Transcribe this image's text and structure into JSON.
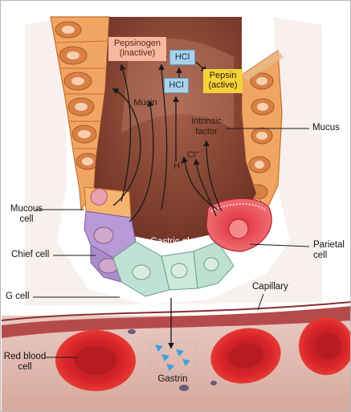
{
  "labels": {
    "pepsinogen": "Pepsinogen\n(inactive)",
    "hcl_top": "HCl",
    "hcl_mid": "HCl",
    "pepsin": "Pepsin\n(active)",
    "mucin": "Mucin",
    "intrinsic_factor": "Intrinsic\nfactor",
    "chloride_base": "Cl",
    "chloride_sup": "–",
    "hydrogen_base": "H",
    "hydrogen_sup": "+",
    "gastric_gland": "Gastric gland",
    "mucus": "Mucus",
    "mucous_cell": "Mucous\ncell",
    "chief_cell": "Chief cell",
    "parietal_cell": "Parietal\ncell",
    "g_cell": "G cell",
    "capillary": "Capillary",
    "red_blood_cell": "Red blood\ncell",
    "gastrin": "Gastrin"
  },
  "colors": {
    "pepsinogen_box": "#f6b9a0",
    "hcl_box": "#a9d2ec",
    "pepsin_box": "#f5d23a",
    "lumen": "#7a3a2a",
    "mucous_cells": "#f1a565",
    "chief_cells": "#b79ad6",
    "parietal_cell": "#e44350",
    "g_cells": "#bfe2d4",
    "capillary": "#b54a4a",
    "rbc": "#d8242a",
    "gastrin": "#3aa2db"
  },
  "icons": [
    "arrow-icon",
    "leader-line"
  ]
}
